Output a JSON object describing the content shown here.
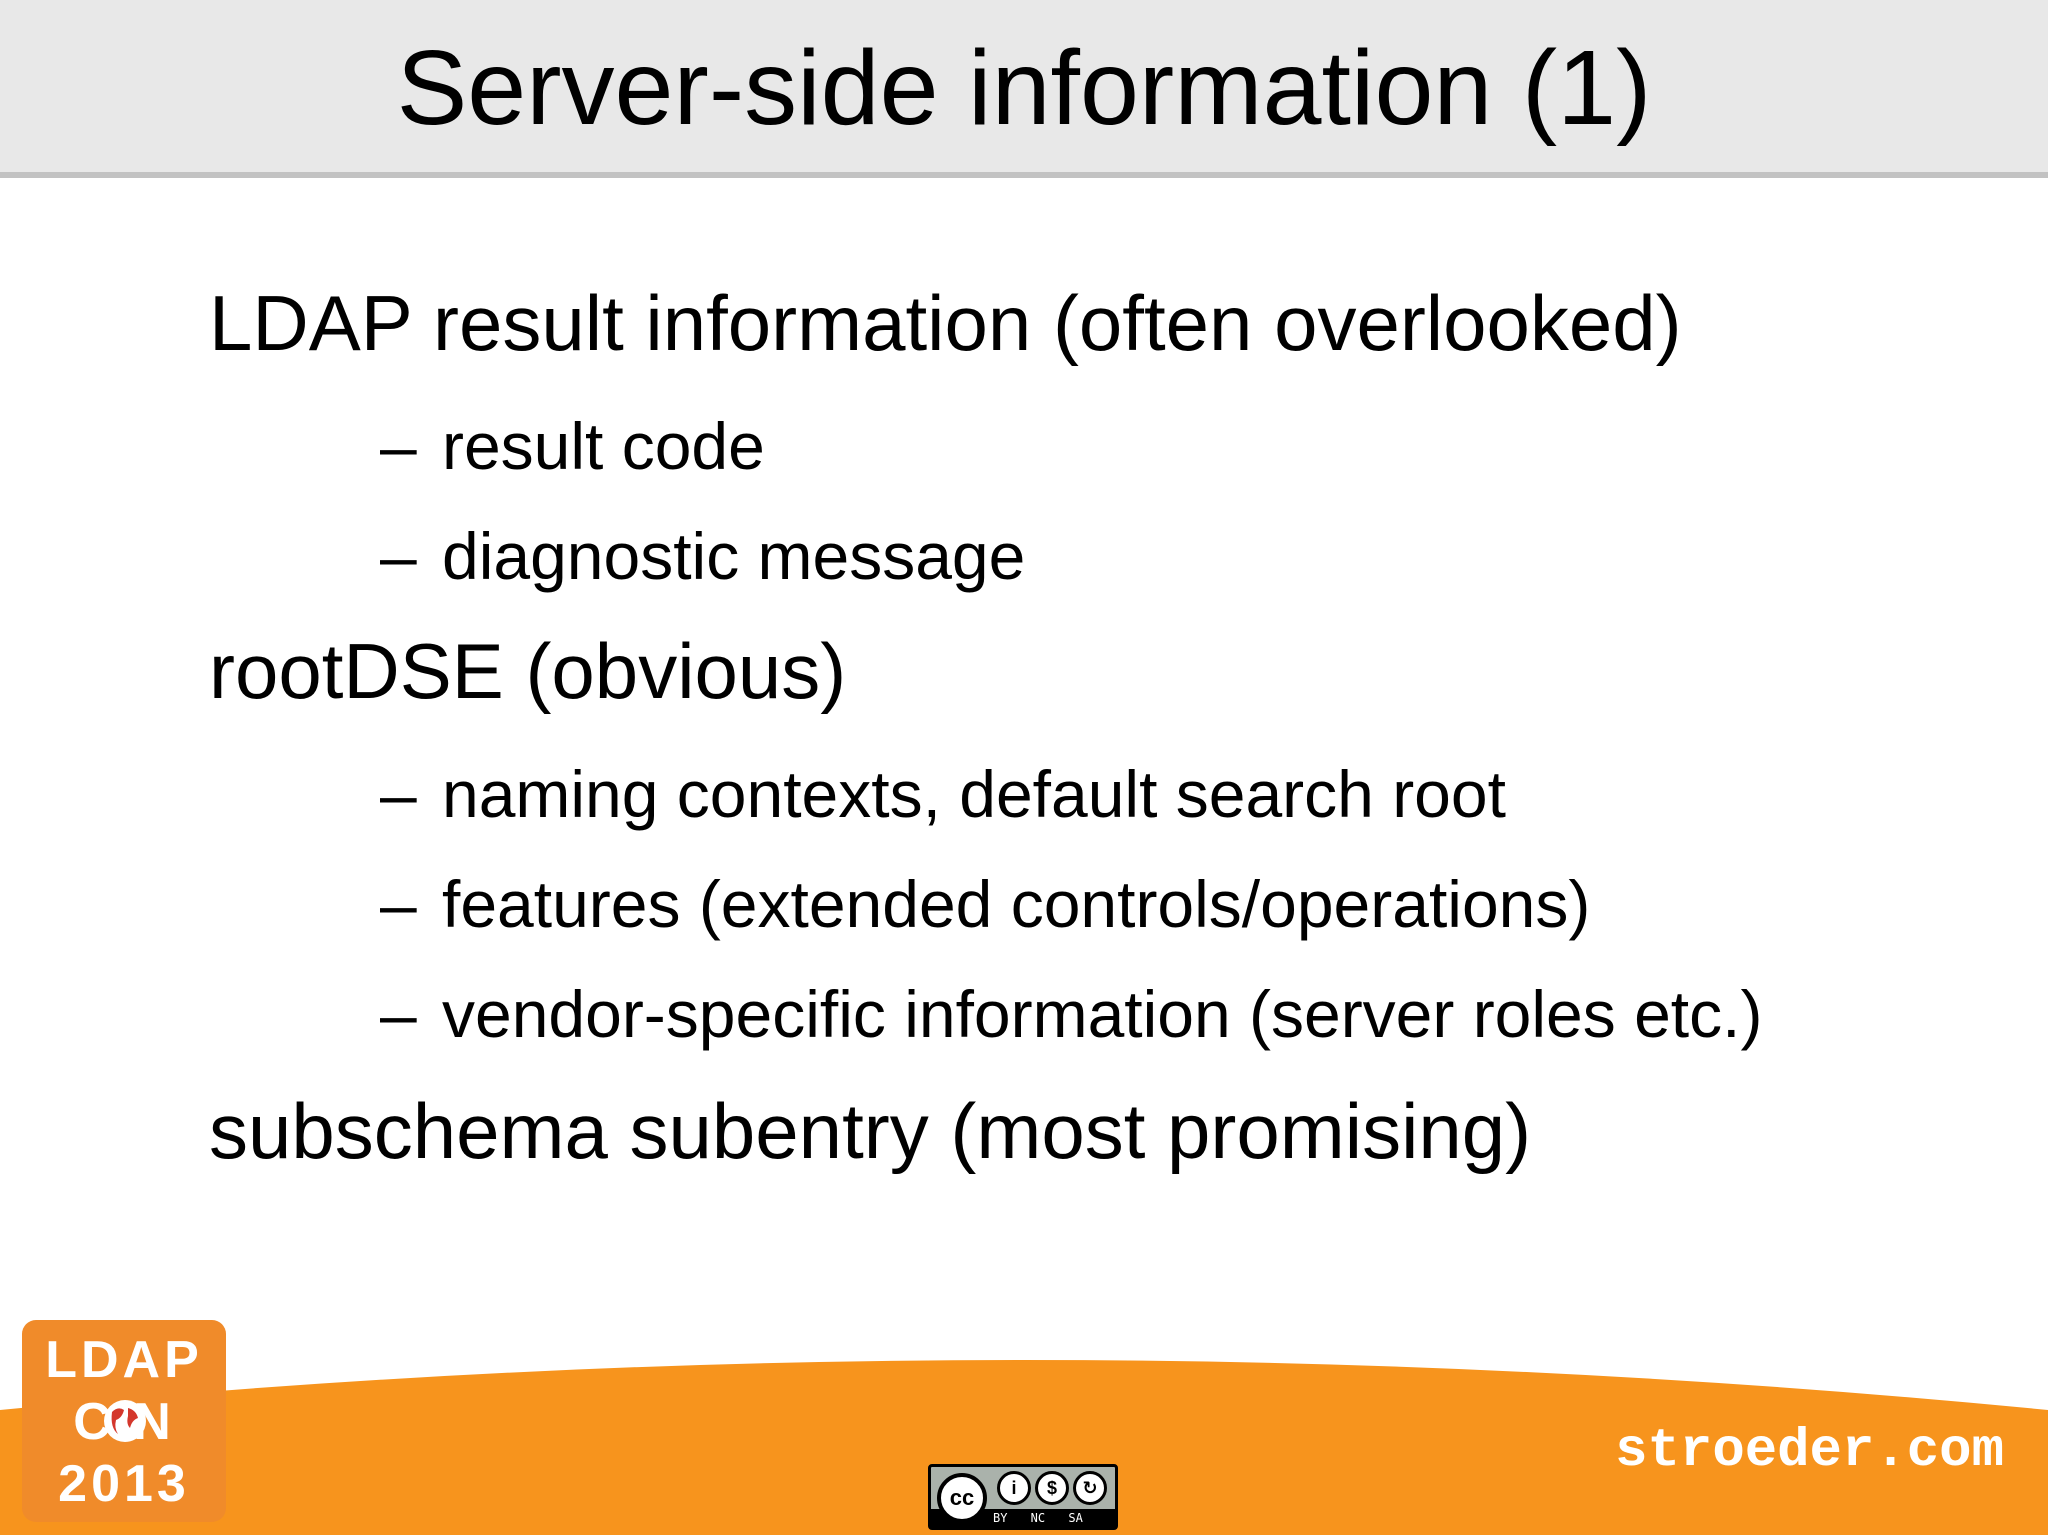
{
  "slide": {
    "title": "Server-side information (1)",
    "items": [
      {
        "text": "LDAP result information (often overlooked)",
        "subitems": [
          "result code",
          "diagnostic message"
        ]
      },
      {
        "text": "rootDSE (obvious)",
        "subitems": [
          "naming contexts, default search root",
          "features (extended controls/operations)",
          "vendor-specific information (server roles etc.)"
        ]
      },
      {
        "text": "subschema subentry (most promising)",
        "subitems": []
      }
    ],
    "sub_bullet": "–"
  },
  "footer": {
    "logo": {
      "line1": "LDAP",
      "line2": "C N",
      "line3": "2013"
    },
    "url": "stroeder.com",
    "license": {
      "main": "cc",
      "labels": "BY NC SA"
    }
  },
  "colors": {
    "header_bg": "#e8e8e8",
    "header_rule": "#c2c2c2",
    "orange": "#f7941d",
    "logo_orange": "#f08b2a"
  }
}
